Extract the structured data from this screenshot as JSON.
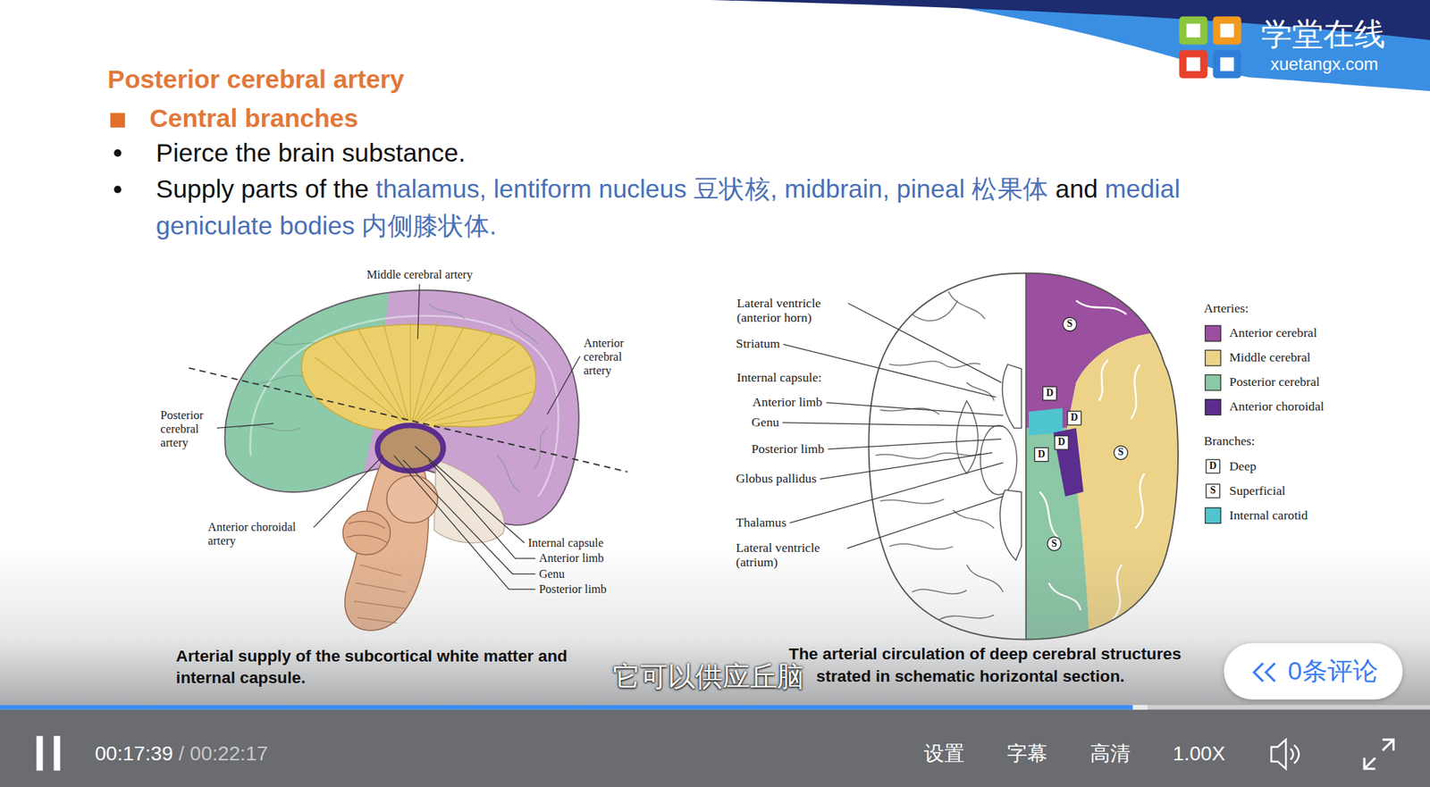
{
  "diagram": {
    "title": "Posterior cerebral artery",
    "nodes": [
      {
        "text": [
          "0条评论"
        ]
      }
    ],
    "labels": [
      "学堂在线",
      "xuetangx.com",
      "Central branches",
      "Pierce the brain substance.",
      "Supply parts of the",
      "thalamus, lentiform nucleus 豆状核, midbrain, pineal 松果体",
      "and",
      "medial geniculate bodies 内侧膝状体.",
      "Middle cerebral artery",
      "Anterior cerebral artery",
      "Posterior cerebral artery",
      "Anterior choroidal artery",
      "Internal capsule",
      "Anterior limb",
      "Genu",
      "Posterior limb",
      "Lateral ventricle (anterior horn)",
      "Striatum",
      "Internal capsule:",
      "Anterior limb",
      "Genu",
      "Posterior limb",
      "Globus pallidus",
      "Thalamus",
      "Lateral ventricle (atrium)",
      "S",
      "D",
      "D",
      "D",
      "D",
      "S",
      "S",
      "Arteries:",
      "Branches:",
      "D",
      "S",
      "Arterial supply of the subcortical white matter and internal capsule.",
      "The arterial circulation of deep cerebral structures",
      "strated in schematic horizontal section.",
      "它可以供应丘脑",
      "00:17:39",
      "/ 00:22:17",
      "设置",
      "字幕",
      "高清",
      "1.00X"
    ],
    "legend": [
      {
        "text": "Anterior cerebral",
        "color": "#9b4f9f"
      },
      {
        "text": "Middle cerebral",
        "color": "#ecd389"
      },
      {
        "text": "Posterior cerebral",
        "color": "#8cc7a6"
      },
      {
        "text": "Anterior choroidal",
        "color": "#5b2d8e"
      },
      {
        "text": "Deep"
      },
      {
        "text": "Superficial"
      },
      {
        "text": "Internal carotid",
        "color": "#4fc5cf"
      }
    ]
  }
}
